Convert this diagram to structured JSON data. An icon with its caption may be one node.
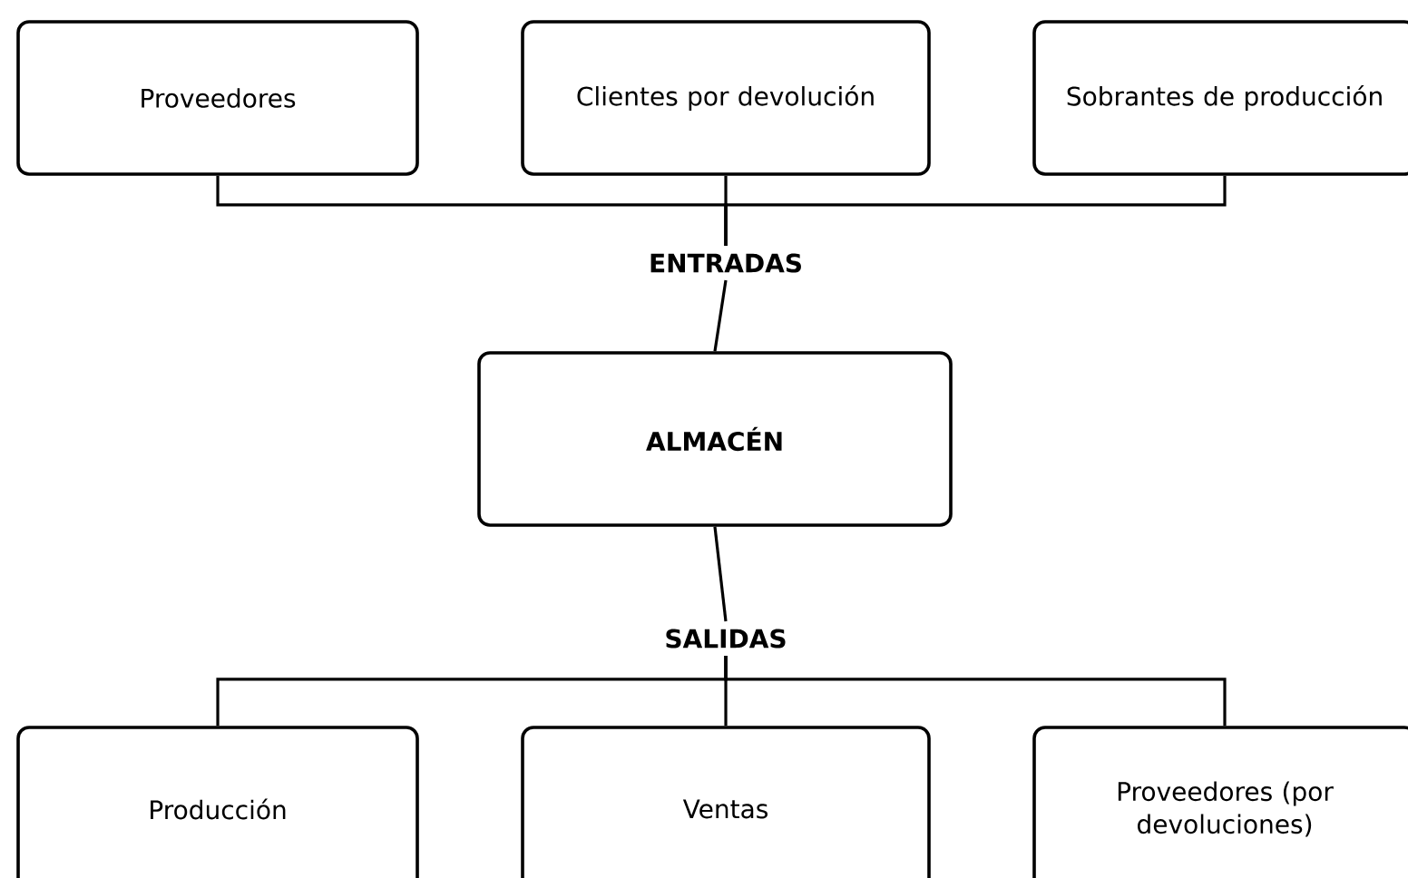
{
  "diagram": {
    "nodes": [
      {
        "text": [
          "Proveedores"
        ]
      },
      {
        "text": [
          "Clientes por devolución"
        ]
      },
      {
        "text": [
          "Sobrantes de producción"
        ]
      },
      {
        "text": [
          "ENTRADAS"
        ]
      },
      {
        "text": [
          "ALMACÉN"
        ]
      },
      {
        "text": [
          "SALIDAS"
        ]
      },
      {
        "text": [
          "Producción"
        ]
      },
      {
        "text": [
          "Ventas"
        ]
      },
      {
        "text": [
          "Proveedores (por devoluciones)"
        ]
      }
    ],
    "edges": [
      {
        "from": 0,
        "to": 3,
        "arrow": "none"
      },
      {
        "from": 1,
        "to": 3,
        "arrow": "none"
      },
      {
        "from": 2,
        "to": 3,
        "arrow": "none"
      },
      {
        "from": 3,
        "to": 4,
        "arrow": "none"
      },
      {
        "from": 4,
        "to": 5,
        "arrow": "none"
      },
      {
        "from": 5,
        "to": 6,
        "arrow": "none"
      },
      {
        "from": 5,
        "to": 7,
        "arrow": "none"
      },
      {
        "from": 5,
        "to": 8,
        "arrow": "none"
      }
    ]
  }
}
